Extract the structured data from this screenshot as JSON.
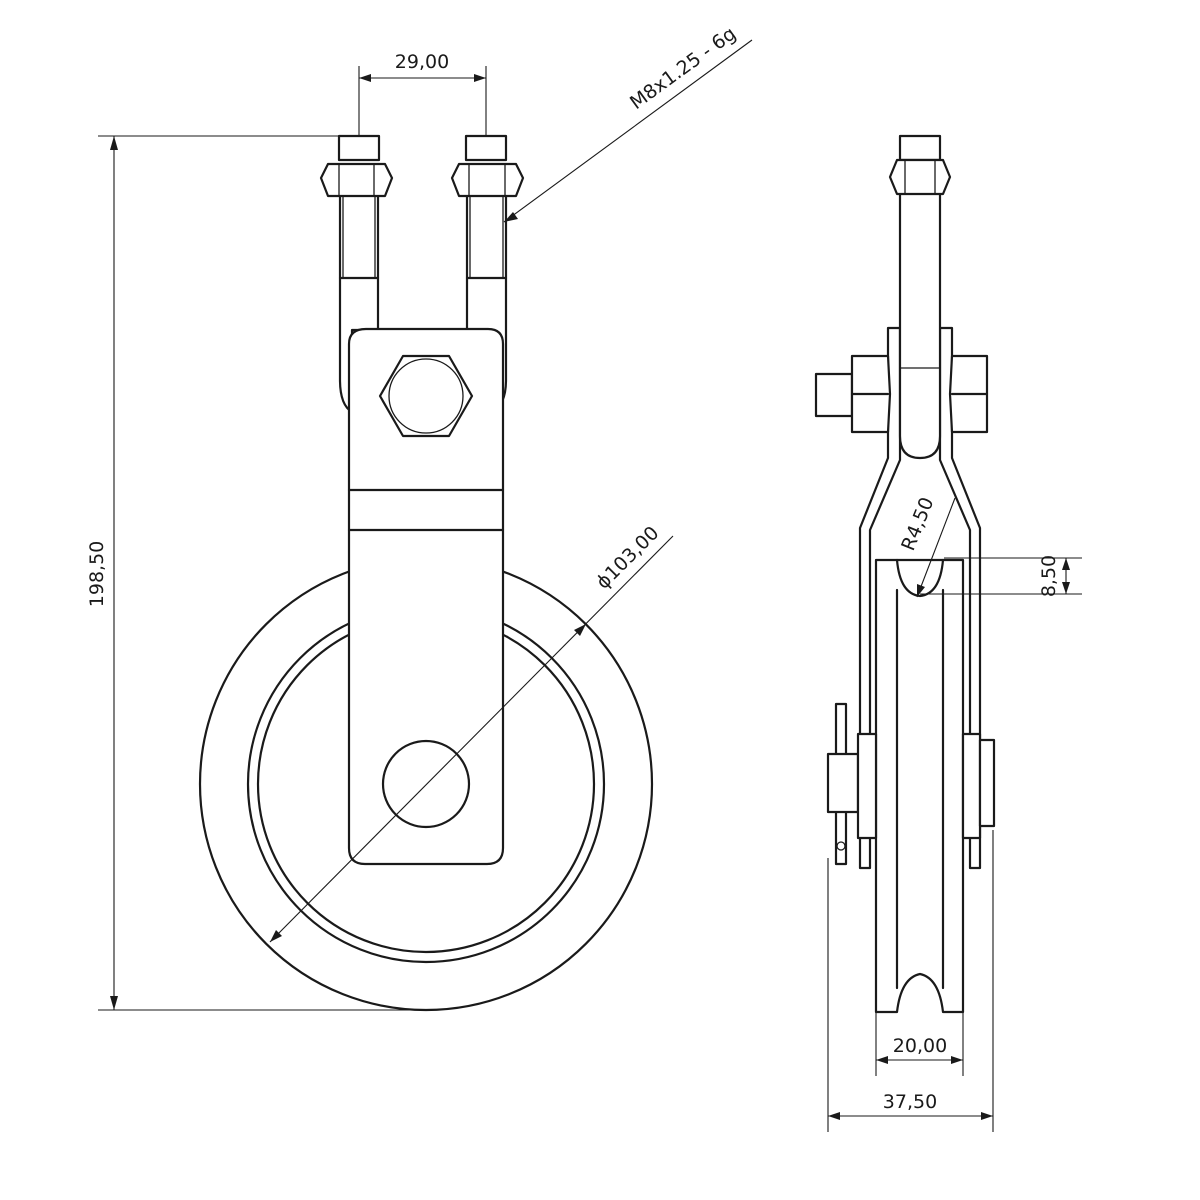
{
  "drawing": {
    "front_view": {
      "dim_bolt_spacing": "29,00",
      "dim_thread": "M8x1.25 - 6g",
      "dim_overall_height": "198,50",
      "dim_wheel_diameter": "ϕ103,00"
    },
    "side_view": {
      "dim_groove_radius": "R4,50",
      "dim_groove_depth": "8,50",
      "dim_wheel_width": "20,00",
      "dim_overall_width": "37,50"
    }
  }
}
